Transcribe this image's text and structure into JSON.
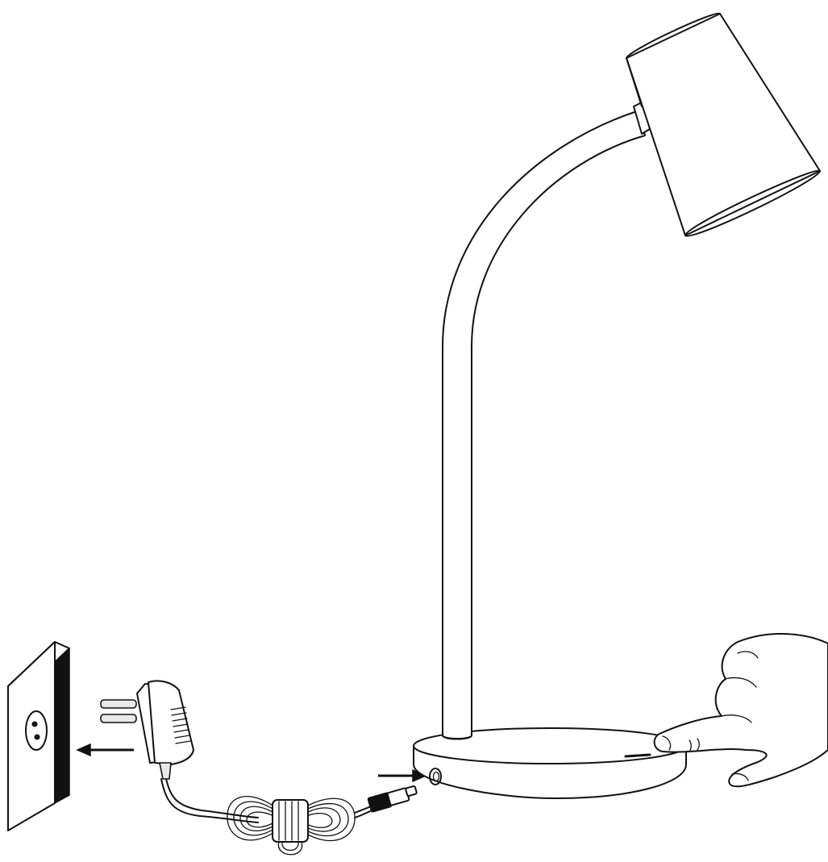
{
  "figure": {
    "background": "#ffffff",
    "line_color": "#111111",
    "parts": [
      {
        "id": "wall-socket",
        "icon": "wall-socket-icon"
      },
      {
        "id": "power-adapter",
        "icon": "power-adapter-icon"
      },
      {
        "id": "coiled-cable",
        "icon": "cable-icon"
      },
      {
        "id": "dc-plug",
        "icon": "dc-plug-icon"
      },
      {
        "id": "desk-lamp",
        "icon": "desk-lamp-icon"
      },
      {
        "id": "touch-button",
        "icon": "touch-button-icon"
      },
      {
        "id": "hand",
        "icon": "pointing-hand-icon"
      }
    ],
    "arrows": [
      {
        "id": "arrow-to-socket",
        "direction": "left"
      },
      {
        "id": "arrow-to-dc-port",
        "direction": "right"
      }
    ]
  }
}
